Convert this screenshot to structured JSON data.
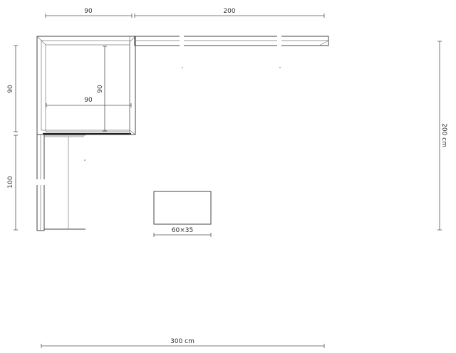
{
  "dimensions": {
    "top_left_width": "90",
    "top_right_width": "200",
    "left_upper_height": "90",
    "left_lower_height": "100",
    "inner_height": "90",
    "inner_width": "90",
    "total_height": "200 cm",
    "total_width": "300 cm",
    "table_size": "60×35"
  },
  "colors": {
    "stroke": "#444444",
    "text": "#333333",
    "background": "#ffffff"
  }
}
